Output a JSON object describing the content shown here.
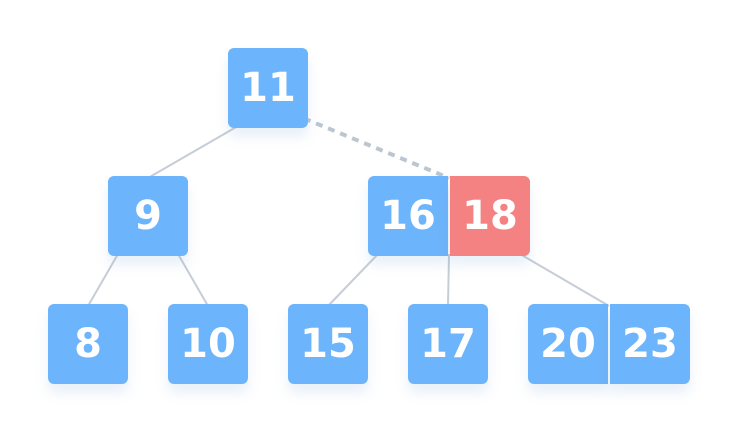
{
  "colors": {
    "key": "#6cb4fb",
    "highlight": "#f48282",
    "edge": "#c6cdd6",
    "dashed_edge": "#bcc6d0",
    "text": "#ffffff"
  },
  "tree": {
    "nodes": [
      {
        "id": "root",
        "keys": [
          {
            "label": "11",
            "highlight": false
          }
        ]
      },
      {
        "id": "left-child",
        "keys": [
          {
            "label": "9",
            "highlight": false
          }
        ]
      },
      {
        "id": "right-child",
        "keys": [
          {
            "label": "16",
            "highlight": false
          },
          {
            "label": "18",
            "highlight": true
          }
        ]
      },
      {
        "id": "leaf-8",
        "keys": [
          {
            "label": "8",
            "highlight": false
          }
        ]
      },
      {
        "id": "leaf-10",
        "keys": [
          {
            "label": "10",
            "highlight": false
          }
        ]
      },
      {
        "id": "leaf-15",
        "keys": [
          {
            "label": "15",
            "highlight": false
          }
        ]
      },
      {
        "id": "leaf-17",
        "keys": [
          {
            "label": "17",
            "highlight": false
          }
        ]
      },
      {
        "id": "leaf-20-23",
        "keys": [
          {
            "label": "20",
            "highlight": false
          },
          {
            "label": "23",
            "highlight": false
          }
        ]
      }
    ],
    "edges": [
      {
        "from": "root",
        "to": "left-child",
        "style": "solid"
      },
      {
        "from": "root",
        "to": "right-child",
        "style": "dashed"
      },
      {
        "from": "left-child",
        "to": "leaf-8",
        "style": "solid"
      },
      {
        "from": "left-child",
        "to": "leaf-10",
        "style": "solid"
      },
      {
        "from": "right-child",
        "to": "leaf-15",
        "style": "solid"
      },
      {
        "from": "right-child",
        "to": "leaf-17",
        "style": "solid"
      },
      {
        "from": "right-child",
        "to": "leaf-20-23",
        "style": "solid"
      }
    ]
  }
}
